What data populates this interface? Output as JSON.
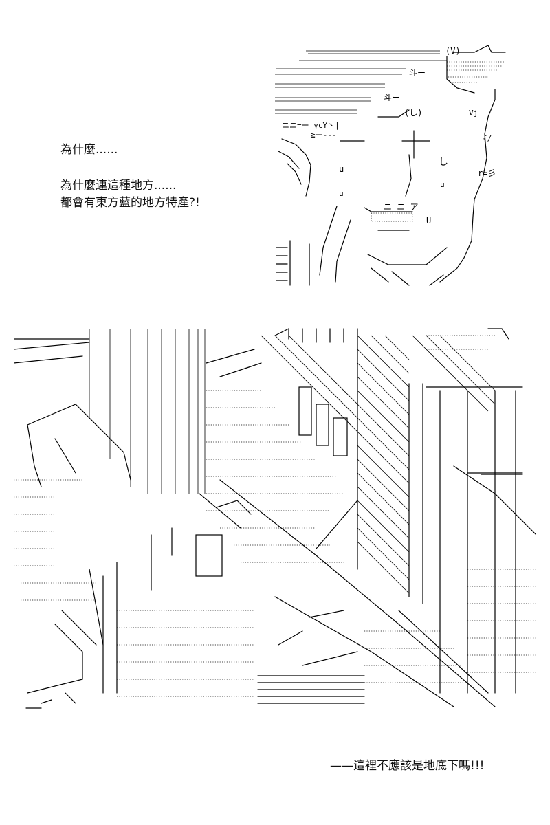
{
  "page": {
    "background": "#ffffff",
    "ink": "#000000"
  },
  "top_panel": {
    "dialogue": {
      "line1": "為什麼......",
      "line2": "為什麼連這種地方......",
      "line3": "都會有東方藍的地方特產?!"
    },
    "art_fragments": {
      "hat_mark": "(V)",
      "symbol_a": "斗ー",
      "symbol_b": "斗ー",
      "eye_left": "(し)",
      "brow": "ニニ=ー γcY丶|",
      "cheek_a": "≧ー---",
      "cheek_b": "ニ ニ ア",
      "mark_u1": "u",
      "mark_u2": "u",
      "mark_u3": "u",
      "mark_u4": "U",
      "mark_shi": "し",
      "hair_right": "r=彡",
      "ear_a": "Vj",
      "ear_b": "{/"
    }
  },
  "bottom_panel": {
    "narration": "——這裡不應該是地底下嗎!!!"
  }
}
